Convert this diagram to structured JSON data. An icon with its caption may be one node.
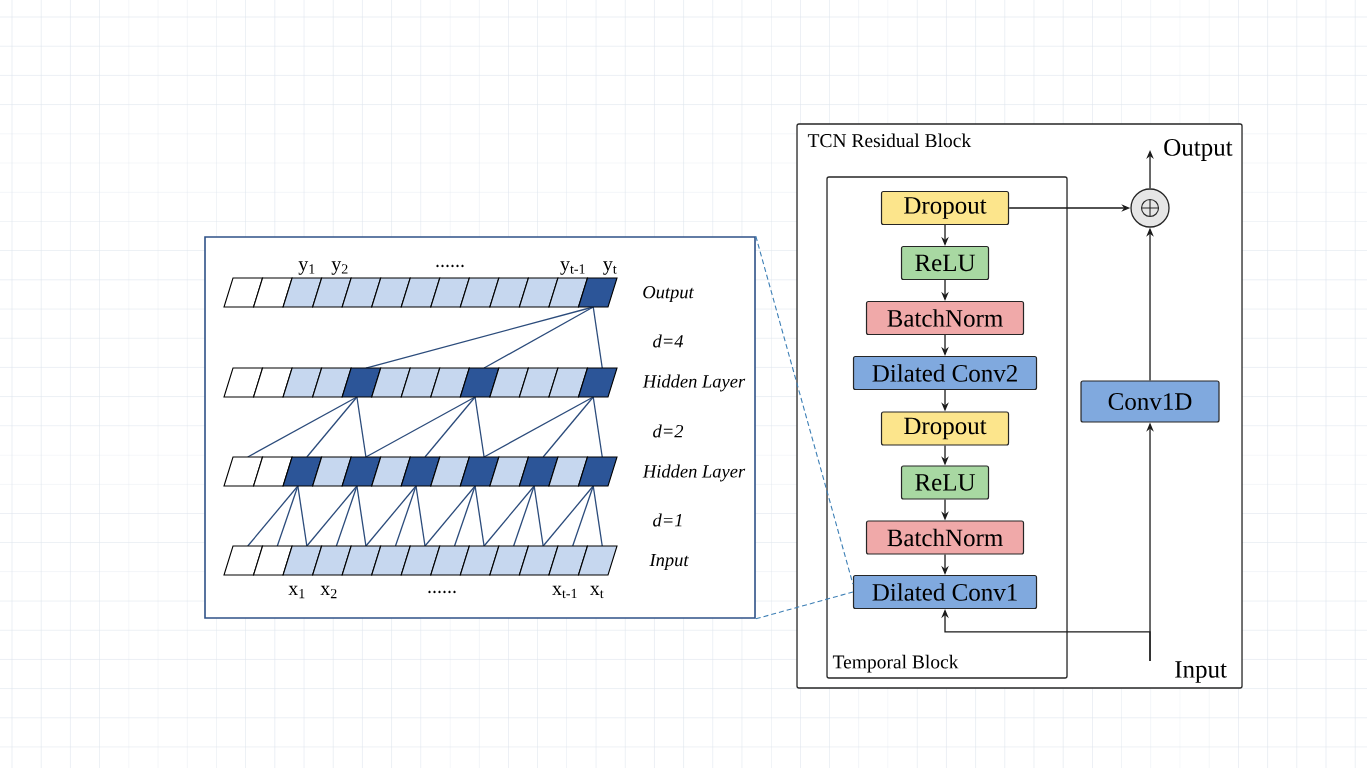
{
  "diagram": {
    "nodes": [
      {
        "text": [
          "TCN Residual Block"
        ]
      },
      {
        "text": [
          "Temporal Block"
        ],
        "in": 0
      },
      {
        "text": [
          "Dropout"
        ],
        "in": 1
      },
      {
        "text": [
          "ReLU"
        ],
        "in": 1
      },
      {
        "text": [
          "BatchNorm"
        ],
        "in": 1
      },
      {
        "text": [
          "Dilated Conv2"
        ],
        "in": 1
      },
      {
        "text": [
          "Dropout"
        ],
        "in": 1
      },
      {
        "text": [
          "ReLU"
        ],
        "in": 1
      },
      {
        "text": [
          "BatchNorm"
        ],
        "in": 1
      },
      {
        "text": [
          "Dilated Conv1"
        ],
        "in": 1
      },
      {
        "text": [
          "Conv1D"
        ],
        "in": 0
      },
      {
        "text": [],
        "shape": "circle",
        "in": 0
      },
      {
        "text": [
          "Output"
        ],
        "in": 0
      },
      {
        "text": [
          "Input"
        ],
        "in": 0
      },
      {
        "text": [],
        "shape": "box"
      }
    ],
    "edges": [
      {
        "from": 2,
        "to": 3,
        "arrow": "to"
      },
      {
        "from": 3,
        "to": 4,
        "arrow": "to"
      },
      {
        "from": 4,
        "to": 5,
        "arrow": "to"
      },
      {
        "from": 5,
        "to": 6,
        "arrow": "to"
      },
      {
        "from": 6,
        "to": 7,
        "arrow": "to"
      },
      {
        "from": 7,
        "to": 8,
        "arrow": "to"
      },
      {
        "from": 8,
        "to": 9,
        "arrow": "to"
      },
      {
        "from": 13,
        "to": 9,
        "arrow": "to"
      },
      {
        "from": 13,
        "to": 10,
        "arrow": "to"
      },
      {
        "from": 10,
        "to": 11,
        "arrow": "to"
      },
      {
        "from": 2,
        "to": 11,
        "arrow": "to"
      },
      {
        "from": 11,
        "to": 12,
        "arrow": "to"
      },
      {
        "from": 14,
        "to": 9,
        "arrow": "none",
        "style": "dashed",
        "color": "#3d7fb5"
      },
      {
        "from": 14,
        "to": 9,
        "arrow": "none",
        "style": "dashed",
        "color": "#3d7fb5"
      }
    ],
    "labels": [
      "y$_{1}$",
      "y$_{2}$",
      "......",
      "y$_{t-1}$",
      "y$_{t}$",
      "Output",
      "d=4",
      "Hidden Layer",
      "d=2",
      "Hidden Layer",
      "d=1",
      "Input",
      "x$_{1}$",
      "x$_{2}$",
      "......",
      "x$_{t-1}$",
      "x$_{t}$"
    ]
  }
}
